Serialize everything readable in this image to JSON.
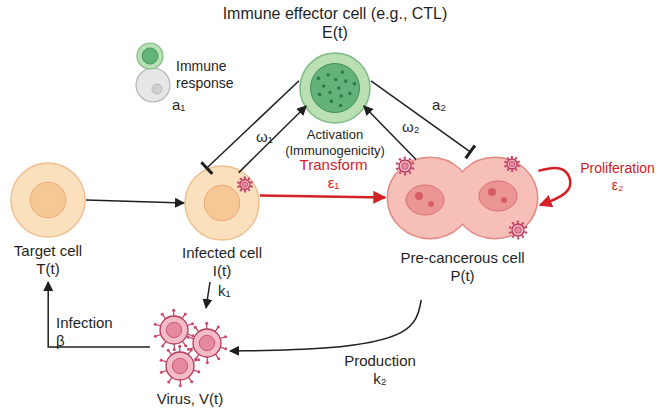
{
  "diagram": {
    "nodes": [
      {
        "text": [
          "Immune effector cell (e.g., CTL) E(t)"
        ]
      },
      {
        "text": [
          "Target cell T(t)"
        ]
      },
      {
        "text": [
          "Infected cell I(t)"
        ]
      },
      {
        "text": [
          "Pre-cancerous cell P(t)"
        ]
      },
      {
        "text": [
          "Virus, V(t)"
        ]
      }
    ],
    "edges": [
      {
        "from": 1,
        "to": 2,
        "arrow": "to"
      },
      {
        "from": 2,
        "to": 3,
        "label": "Transform ε₁",
        "arrow": "to"
      },
      {
        "from": 0,
        "to": 2,
        "label": "a₁",
        "arrow": "to"
      },
      {
        "from": 2,
        "to": 0,
        "label": "ω₁",
        "arrow": "to"
      },
      {
        "from": 0,
        "to": 3,
        "label": "a₂",
        "arrow": "to"
      },
      {
        "from": 3,
        "to": 0,
        "label": "ω₂",
        "arrow": "to"
      },
      {
        "from": 3,
        "to": 3,
        "label": "Proliferation ε₂",
        "arrow": "to"
      },
      {
        "from": 2,
        "to": 4,
        "label": "k₁",
        "arrow": "to"
      },
      {
        "from": 3,
        "to": 4,
        "label": "Production k₂",
        "arrow": "to"
      },
      {
        "from": 4,
        "to": 1,
        "label": "Infection β",
        "arrow": "to"
      }
    ],
    "labels": [
      "Immune response",
      "Activation (Immunogenicity)"
    ]
  }
}
